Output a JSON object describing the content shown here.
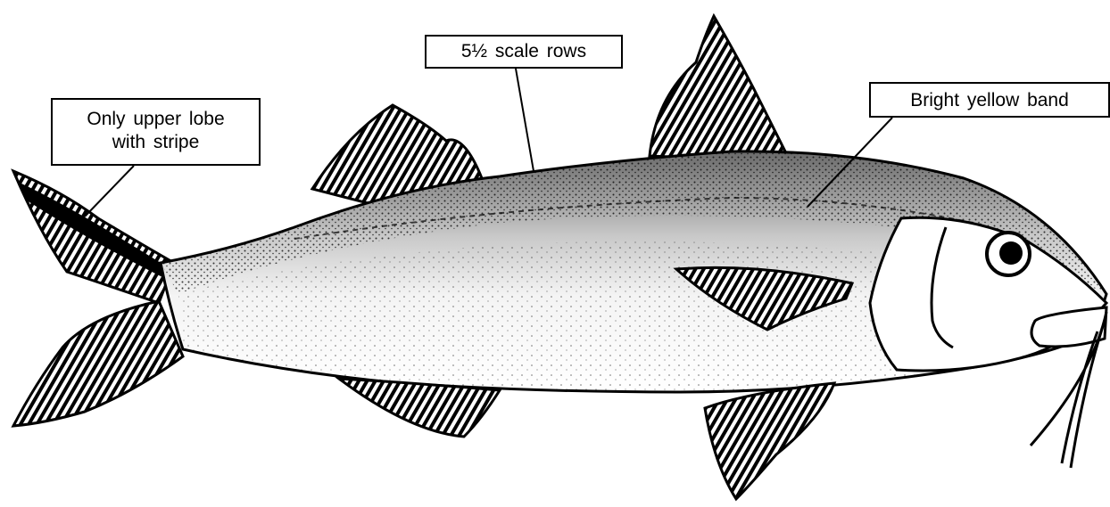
{
  "labels": {
    "tail_line1": "Only upper lobe",
    "tail_line2": "with stripe",
    "scale_rows": "5½ scale rows",
    "yellow_band": "Bright yellow band"
  },
  "colors": {
    "ink": "#000000",
    "paper": "#ffffff",
    "body_shade": "#d9d9d9"
  }
}
